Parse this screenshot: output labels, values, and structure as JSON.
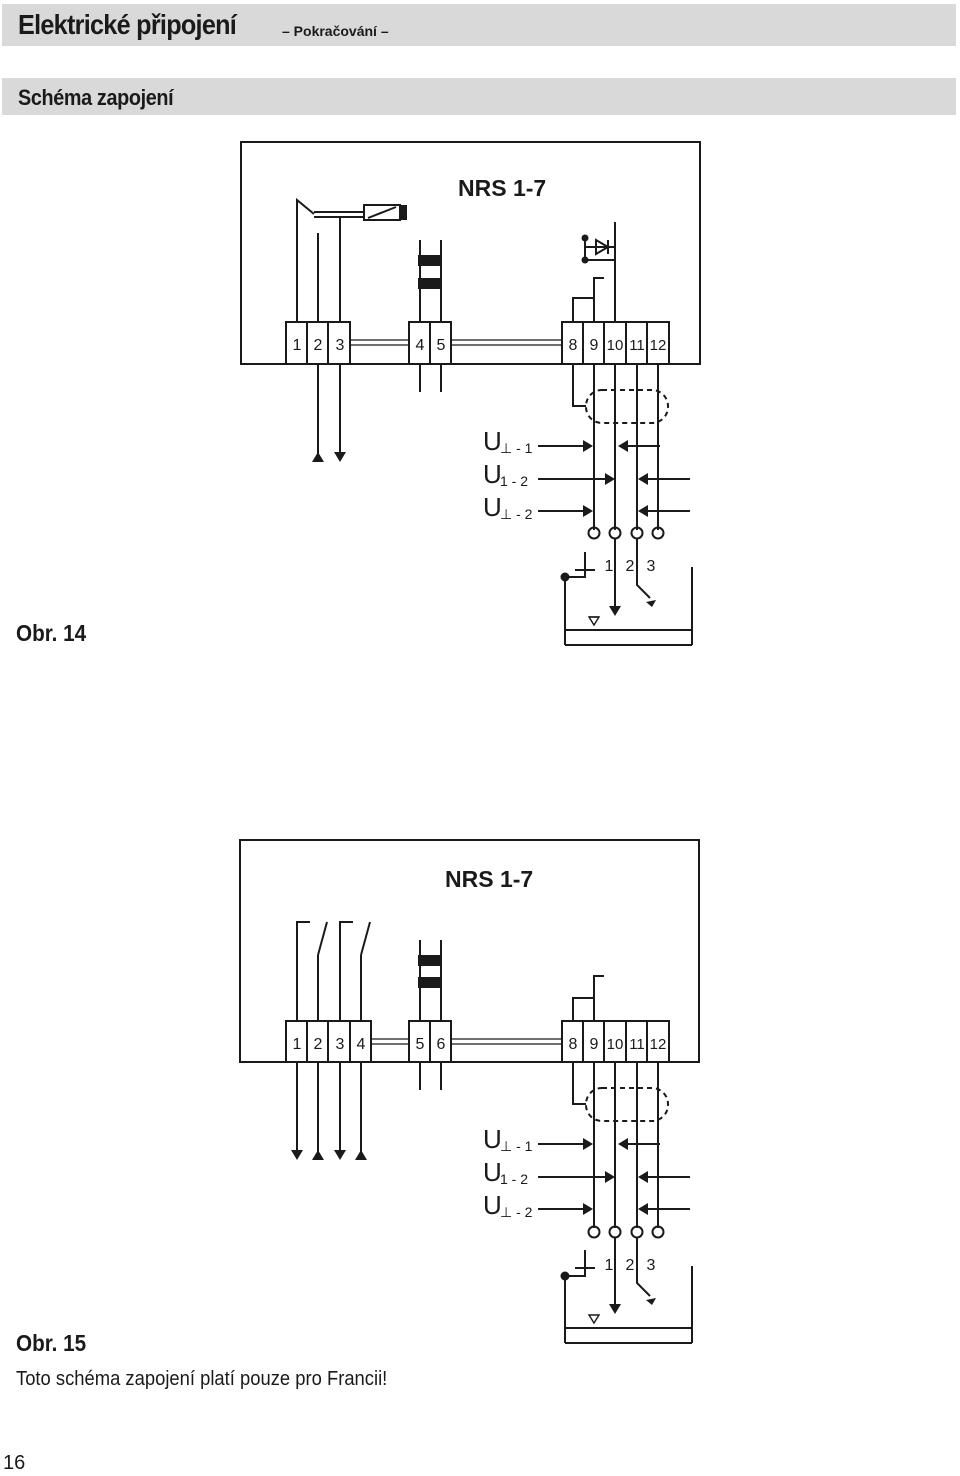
{
  "header": {
    "title": "Elektrické připojení",
    "continued": "– Pokračování –"
  },
  "subheader": {
    "title": "Schéma zapojení"
  },
  "figures": [
    {
      "device": "NRS 1-7",
      "caption": "Obr. 14",
      "terminals": [
        "1",
        "2",
        "3",
        "4",
        "5",
        "8",
        "9",
        "10",
        "11",
        "12"
      ],
      "voltage_labels": [
        {
          "main": "U",
          "sub": "⊥ - 1"
        },
        {
          "main": "U",
          "sub": "1 - 2"
        },
        {
          "main": "U",
          "sub": "⊥ - 2"
        }
      ],
      "electrodes": [
        "1",
        "2",
        "3"
      ]
    },
    {
      "device": "NRS 1-7",
      "caption": "Obr. 15",
      "terminals": [
        "1",
        "2",
        "3",
        "4",
        "5",
        "6",
        "8",
        "9",
        "10",
        "11",
        "12"
      ],
      "voltage_labels": [
        {
          "main": "U",
          "sub": "⊥ - 1"
        },
        {
          "main": "U",
          "sub": "1 - 2"
        },
        {
          "main": "U",
          "sub": "⊥ - 2"
        }
      ],
      "electrodes": [
        "1",
        "2",
        "3"
      ]
    }
  ],
  "note": "Toto schéma zapojení platí pouze pro Francii!",
  "page_number": "16"
}
